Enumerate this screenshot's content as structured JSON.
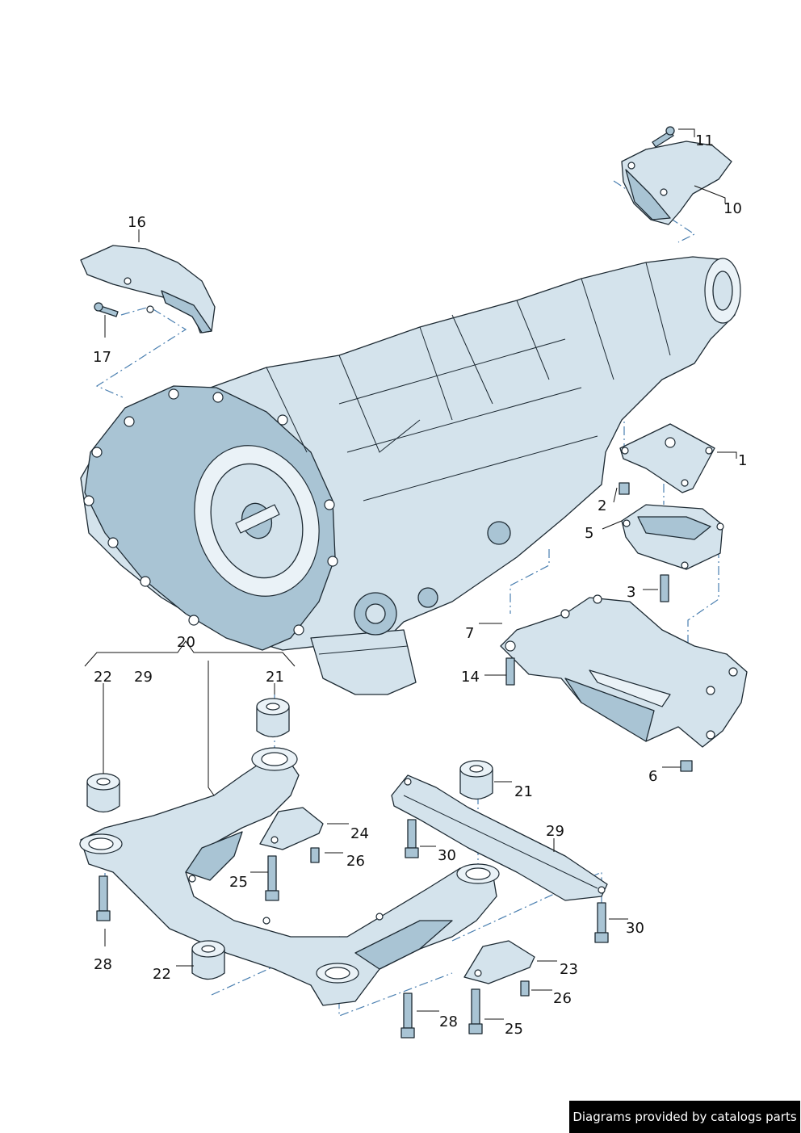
{
  "callouts": {
    "c1": "1",
    "c2": "2",
    "c3": "3",
    "c5": "5",
    "c6": "6",
    "c7": "7",
    "c10": "10",
    "c11": "11",
    "c14": "14",
    "c16": "16",
    "c17": "17",
    "c20": "20",
    "c21a": "21",
    "c21b": "21",
    "c22a": "22",
    "c22b": "22",
    "c23": "23",
    "c24": "24",
    "c25a": "25",
    "c25b": "25",
    "c26a": "26",
    "c26b": "26",
    "c28a": "28",
    "c28b": "28",
    "c29a": "29",
    "c29b": "29",
    "c30a": "30",
    "c30b": "30"
  },
  "footer": {
    "text": "Diagrams provided by catalogs parts"
  }
}
